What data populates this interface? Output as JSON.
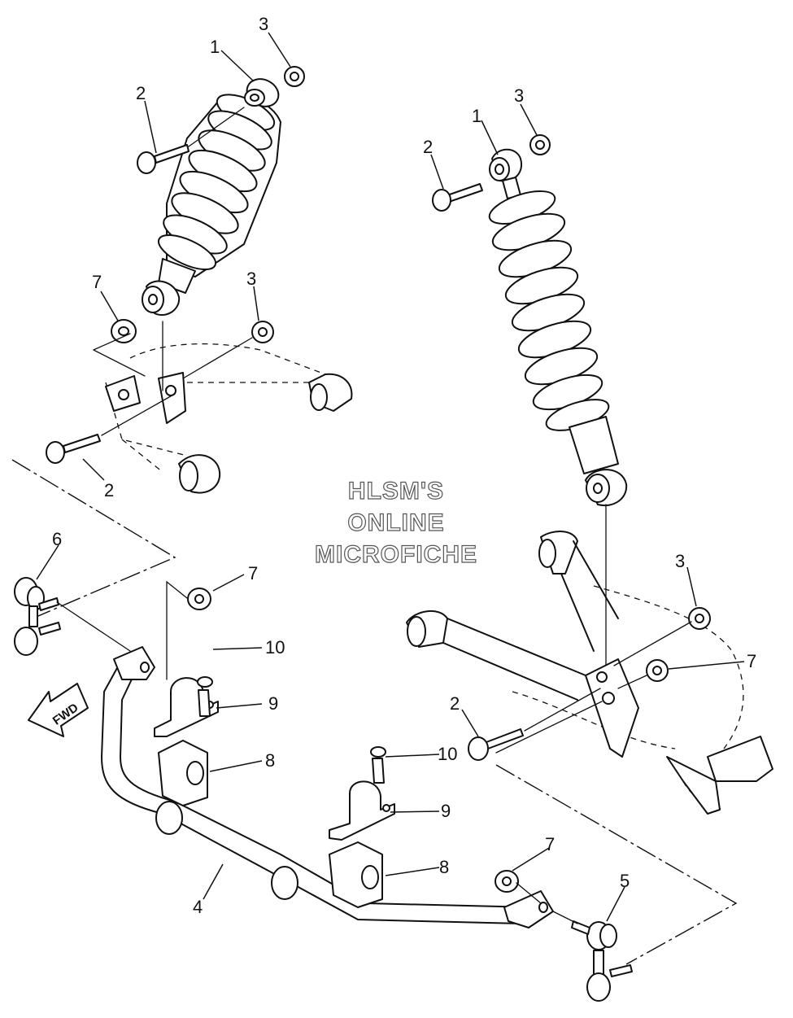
{
  "watermark": {
    "line1": "HLSM'S",
    "line2": "ONLINE",
    "line3": "MICROFICHE"
  },
  "direction_badge": "FWD",
  "callouts": {
    "c1a": "1",
    "c1b": "1",
    "c2a": "2",
    "c2b": "2",
    "c2c": "2",
    "c3a": "3",
    "c3b": "3",
    "c3c": "3",
    "c3d": "3",
    "c4": "4",
    "c5": "5",
    "c6": "6",
    "c7a": "7",
    "c7b": "7",
    "c7c": "7",
    "c7d": "7",
    "c8a": "8",
    "c8b": "8",
    "c9a": "9",
    "c9b": "9",
    "c10a": "10",
    "c10b": "10"
  }
}
